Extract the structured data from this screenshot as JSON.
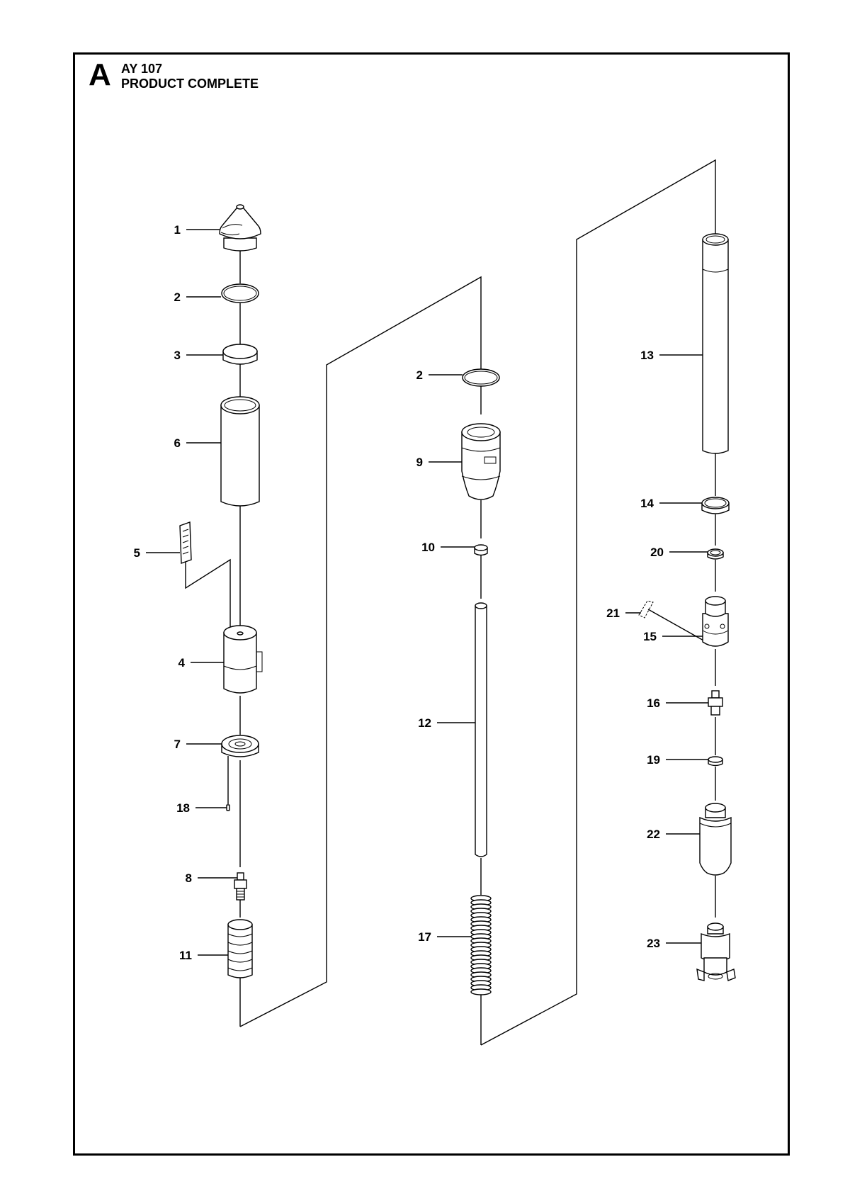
{
  "header": {
    "section_letter": "A",
    "assembly_code": "AY 107",
    "assembly_name": "PRODUCT COMPLETE"
  },
  "callouts": [
    {
      "id": "c1",
      "label": "1"
    },
    {
      "id": "c2a",
      "label": "2"
    },
    {
      "id": "c3",
      "label": "3"
    },
    {
      "id": "c6",
      "label": "6"
    },
    {
      "id": "c5",
      "label": "5"
    },
    {
      "id": "c4",
      "label": "4"
    },
    {
      "id": "c7",
      "label": "7"
    },
    {
      "id": "c18",
      "label": "18"
    },
    {
      "id": "c8",
      "label": "8"
    },
    {
      "id": "c11",
      "label": "11"
    },
    {
      "id": "c2b",
      "label": "2"
    },
    {
      "id": "c9",
      "label": "9"
    },
    {
      "id": "c10",
      "label": "10"
    },
    {
      "id": "c12",
      "label": "12"
    },
    {
      "id": "c17",
      "label": "17"
    },
    {
      "id": "c13",
      "label": "13"
    },
    {
      "id": "c14",
      "label": "14"
    },
    {
      "id": "c20",
      "label": "20"
    },
    {
      "id": "c21",
      "label": "21"
    },
    {
      "id": "c15",
      "label": "15"
    },
    {
      "id": "c16",
      "label": "16"
    },
    {
      "id": "c19",
      "label": "19"
    },
    {
      "id": "c22",
      "label": "22"
    },
    {
      "id": "c23",
      "label": "23"
    }
  ]
}
